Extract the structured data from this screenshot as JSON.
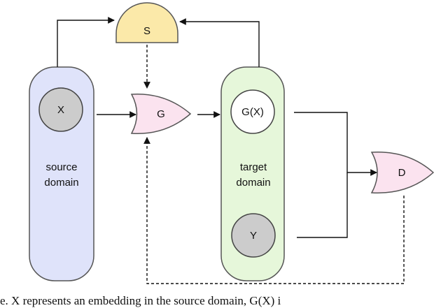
{
  "nodes": {
    "s": "S",
    "g": "G",
    "d": "D",
    "x": "X",
    "gx": "G(X)",
    "y": "Y",
    "source_domain": [
      "source",
      "domain"
    ],
    "target_domain": [
      "target",
      "domain"
    ]
  },
  "caption": "e.  X represents an embedding in the source domain, G(X) i",
  "colors": {
    "source_panel": "#dfe3fa",
    "target_panel": "#e6f7da",
    "s_gate": "#fbe9a9",
    "g_gate": "#fbe3ef",
    "d_gate": "#fbe3ef",
    "circle_gray": "#cccccc",
    "circle_white": "#ffffff",
    "stroke": "#555555",
    "arrow": "#111111"
  }
}
